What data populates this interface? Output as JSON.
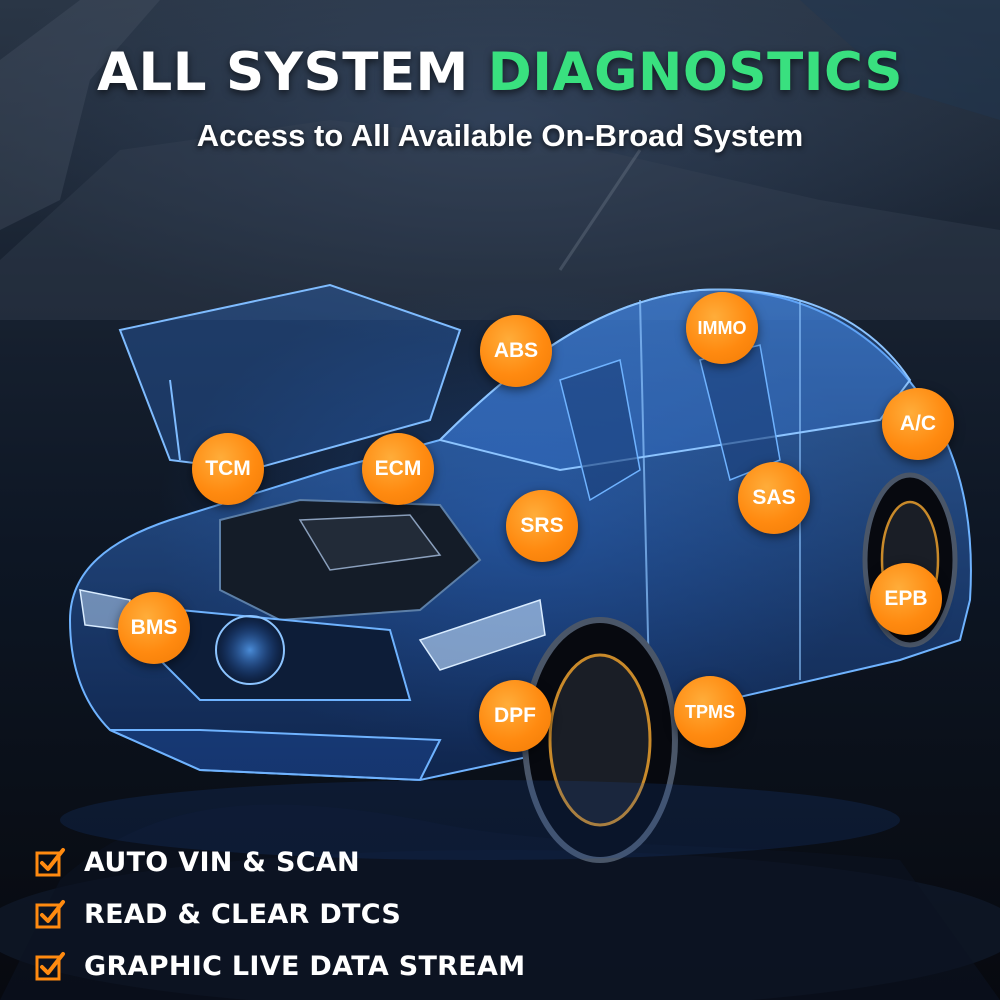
{
  "headline": {
    "part1": "ALL SYSTEM ",
    "part2": "DIAGNOSTICS"
  },
  "subheadline": "Access to All Available On-Broad System",
  "badges": {
    "abs": "ABS",
    "immo": "IMMO",
    "ac": "A/C",
    "tcm": "TCM",
    "ecm": "ECM",
    "sas": "SAS",
    "srs": "SRS",
    "epb": "EPB",
    "bms": "BMS",
    "dpf": "DPF",
    "tpms": "TPMS"
  },
  "features": [
    {
      "label": "AUTO VIN & SCAN",
      "icon": "checkbox-checked-icon"
    },
    {
      "label": "READ & CLEAR DTCS",
      "icon": "checkbox-checked-icon"
    },
    {
      "label": "GRAPHIC LIVE DATA STREAM",
      "icon": "checkbox-checked-icon"
    }
  ],
  "colors": {
    "accent_green": "#39e07f",
    "badge_orange": "#ff8a10",
    "car_wireframe_blue": "#3f8cff",
    "text_white": "#ffffff"
  }
}
